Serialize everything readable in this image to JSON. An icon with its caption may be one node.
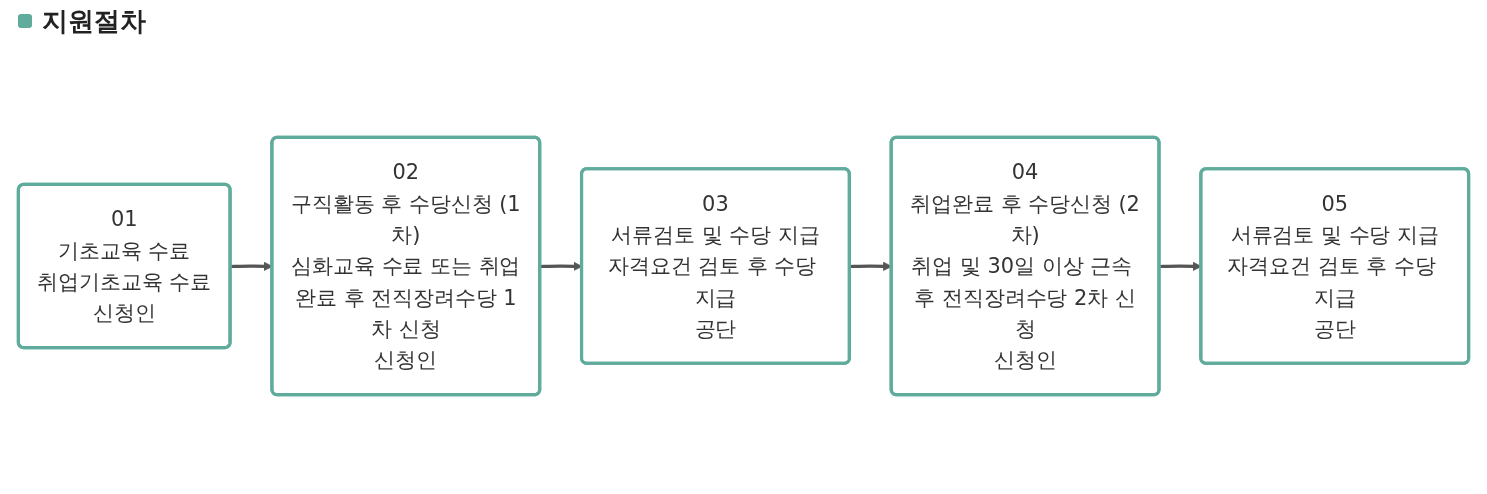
{
  "diagram": {
    "title": "지원절차",
    "nodes": [
      {
        "text": [
          "01",
          "기초교육 수료",
          "취업기초교육 수료",
          "신청인"
        ]
      },
      {
        "text": [
          "02",
          "구직활동 후 수당신청 (1차)",
          "심화교육 수료 또는 취업완료 후 전직장려수당 1차 신청",
          "신청인"
        ]
      },
      {
        "text": [
          "03",
          "서류검토 및 수당 지급",
          "자격요건 검토 후 수당 지급",
          "공단"
        ]
      },
      {
        "text": [
          "04",
          "취업완료 후 수당신청 (2차)",
          "취업 및 30일 이상 근속 후 전직장려수당 2차 신청",
          "신청인"
        ]
      },
      {
        "text": [
          "05",
          "서류검토 및 수당 지급",
          "자격요건 검토 후 수당 지급",
          "공단"
        ]
      }
    ],
    "edges": [
      {
        "from": 0,
        "to": 1,
        "arrow": "to"
      },
      {
        "from": 1,
        "to": 2,
        "arrow": "to"
      },
      {
        "from": 2,
        "to": 3,
        "arrow": "to"
      },
      {
        "from": 3,
        "to": 4,
        "arrow": "to"
      }
    ]
  }
}
